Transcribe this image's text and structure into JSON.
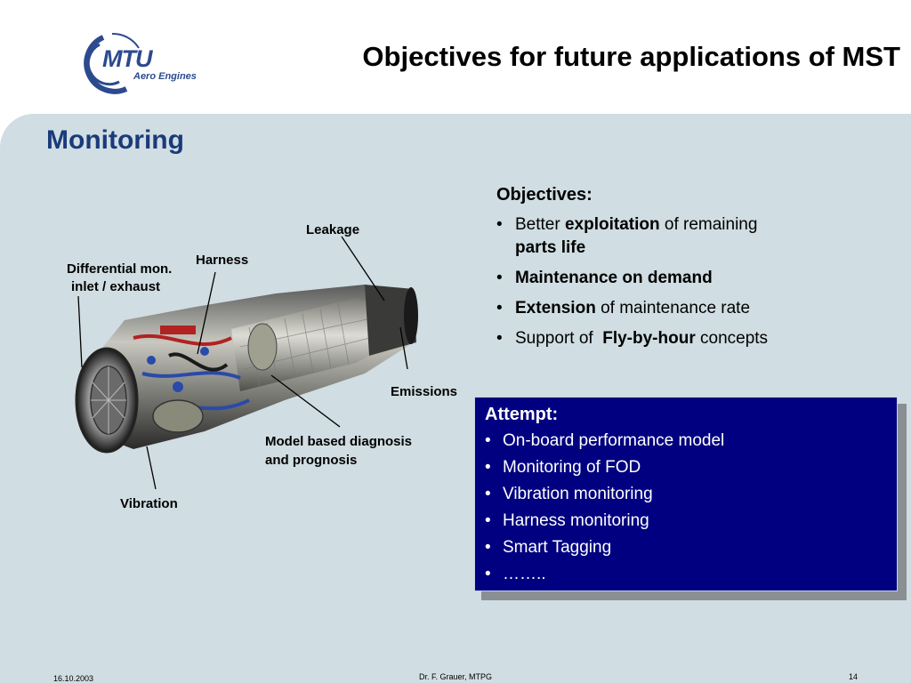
{
  "header": {
    "logo": {
      "name": "MTU",
      "subtitle": "Aero Engines"
    },
    "title": "Objectives for future applications of MST"
  },
  "section_title": "Monitoring",
  "diagram": {
    "image": "jet-engine-cutaway",
    "labels": {
      "leakage": "Leakage",
      "harness": "Harness",
      "differential": "Differential mon.",
      "inlet_exhaust": "inlet / exhaust",
      "emissions": "Emissions",
      "model_line1": "Model based diagnosis",
      "model_line2": "and prognosis",
      "vibration": "Vibration"
    }
  },
  "objectives": {
    "heading": "Objectives:",
    "items": [
      {
        "pre": "Better ",
        "bold": "exploitation",
        "post": " of remaining",
        "bold2": "parts life"
      },
      {
        "pre": "",
        "bold": "Maintenance on demand",
        "post": ""
      },
      {
        "pre": "",
        "bold": "Extension",
        "post": " of maintenance rate"
      },
      {
        "pre": "Support of  ",
        "bold": "Fly-by-hour",
        "post": " concepts"
      }
    ]
  },
  "attempt": {
    "heading": "Attempt:",
    "items": [
      "On-board performance model",
      "Monitoring of FOD",
      "Vibration monitoring",
      "Harness monitoring",
      "Smart Tagging",
      "…….."
    ],
    "background": "#000080"
  },
  "footer": {
    "date": "16.10.2003",
    "author": "Dr. F. Grauer, MTPG",
    "page": "14"
  }
}
